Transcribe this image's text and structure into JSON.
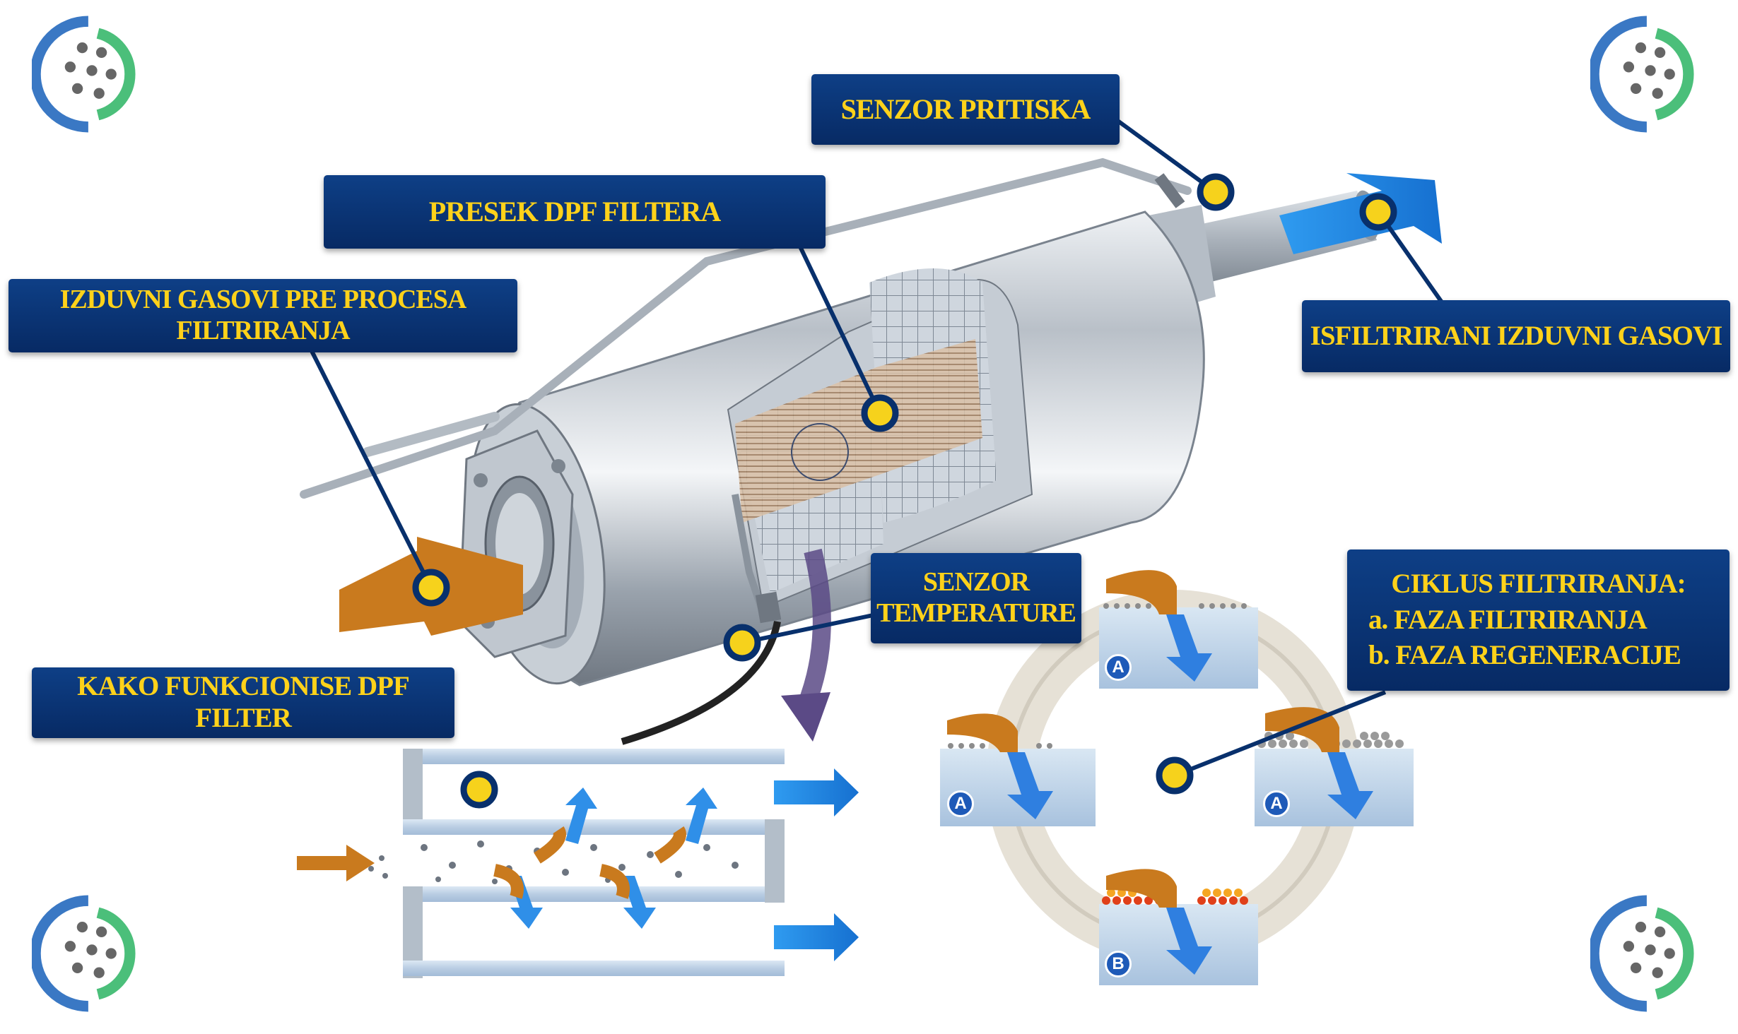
{
  "labels": {
    "senzor_pritiska": "SENZOR PRITISKA",
    "presek_dpf": "PRESEK DPF FILTERA",
    "izduvni_pre": "IZDUVNI GASOVI PRE PROCESA FILTRIRANJA",
    "isfiltrirani": "ISFILTRIRANI IZDUVNI GASOVI",
    "senzor_temp_line1": "SENZOR",
    "senzor_temp_line2": "TEMPERATURE",
    "kako_funkcionise": "KAKO FUNKCIONISE DPF FILTER",
    "ciklus_title": "CIKLUS FILTRIRANJA:",
    "ciklus_a": "a. FAZA FILTRIRANJA",
    "ciklus_b": "b. FAZA REGENERACIJE"
  },
  "cycle_badges": {
    "top": "A",
    "left": "A",
    "right": "A",
    "bottom": "B"
  },
  "colors": {
    "label_bg": "#0b3573",
    "label_text": "#ffd21a",
    "pointer_dot": "#f6d21c",
    "gas_in_arrow": "#c97a1e",
    "gas_out_arrow": "#1f86e0",
    "logo_blue": "#3a78c4",
    "logo_green": "#4bbf7a"
  },
  "icons": {
    "corner_logo": "filter-logo-icon",
    "flow_arrow": "arrow-right-icon",
    "pointer": "pointer-dot-icon"
  }
}
